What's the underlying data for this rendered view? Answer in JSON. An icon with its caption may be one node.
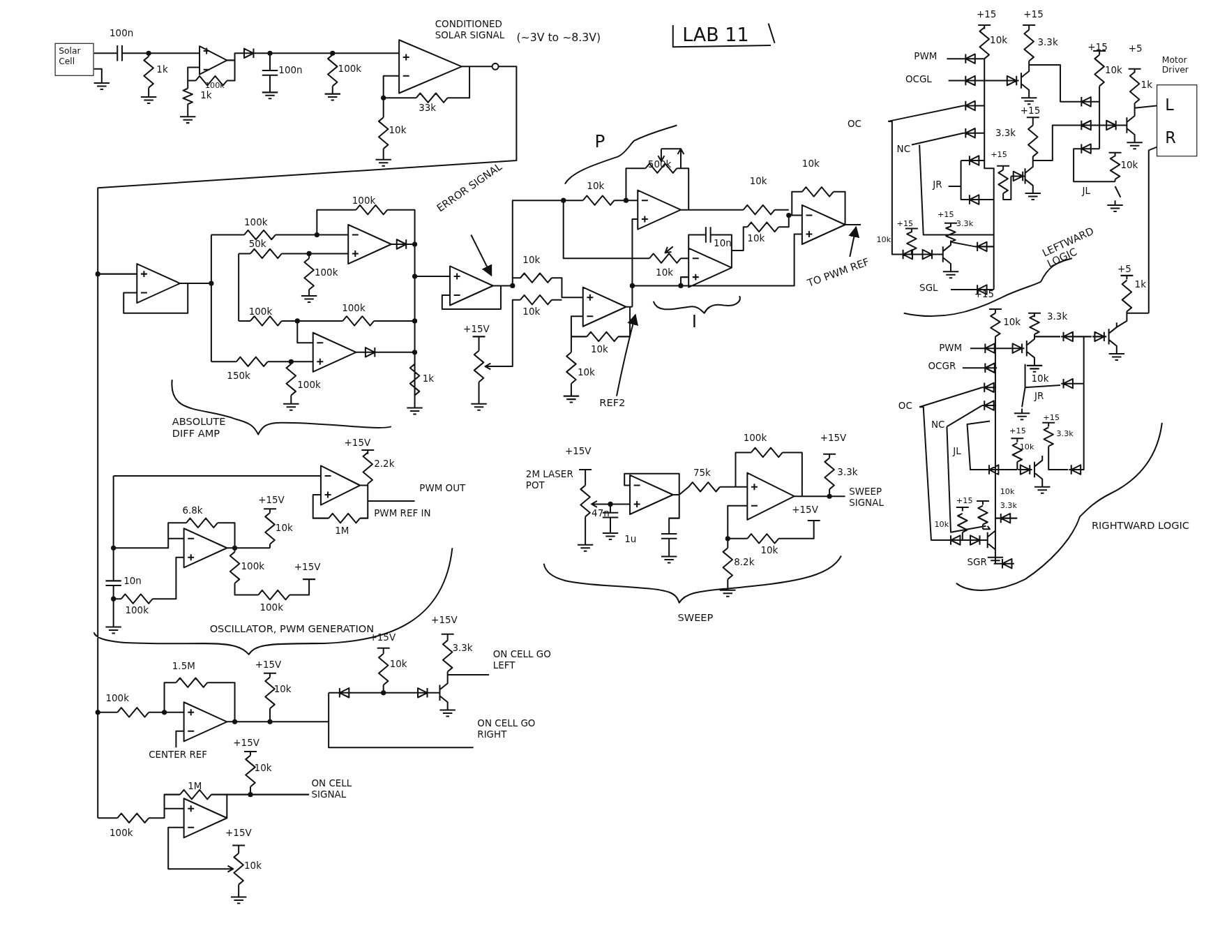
{
  "diagram": {
    "nodes": [
      {
        "text": [
          "Solar Cell"
        ]
      },
      {
        "text": [
          "Motor Driver",
          "L",
          "R"
        ]
      },
      {
        "text": [
          "ERROR SIGNAL"
        ]
      },
      {
        "text": [
          "REF2"
        ]
      },
      {
        "text": [
          "TO PWM REF"
        ]
      }
    ],
    "edges": [
      {
        "from": 2,
        "to": null,
        "arrow": "to"
      },
      {
        "from": 3,
        "to": null,
        "arrow": "to"
      },
      {
        "from": 4,
        "to": null,
        "arrow": "to"
      }
    ],
    "labels": [
      "100n",
      "1k",
      "100k",
      "1k",
      "100n",
      "100k",
      "CONDITIONED SOLAR SIGNAL",
      "(~3V to ~8.3V)",
      "33k",
      "10k",
      "LAB 11",
      "+15",
      "10k",
      "+15",
      "3.3k",
      "PWM",
      "OCGL",
      "OC",
      "NC",
      "+15",
      "3.3k",
      "JR",
      "+15",
      "+15",
      "10k",
      "+5",
      "1k",
      "10k",
      "JL",
      "+15",
      "10k",
      "+15",
      "3.3k",
      "SGL",
      "LEFTWARD LOGIC",
      "+5",
      "1k",
      "+15",
      "10k",
      "3.3k",
      "PWM",
      "OCGR",
      "OC",
      "NC",
      "10k",
      "JR",
      "JL",
      "+15",
      "10k",
      "+15",
      "3.3k",
      "+15",
      "10k",
      "10k",
      "3.3k",
      "SGR",
      "RIGHTWARD LOGIC",
      "P",
      "500k",
      "10k",
      "10k",
      "10k",
      "10n",
      "10k",
      "10k",
      "10k",
      "10k",
      "I",
      "+15V",
      "10k",
      "10k",
      "100k",
      "100k",
      "50k",
      "100k",
      "100k",
      "100k",
      "150k",
      "100k",
      "1k",
      "ABSOLUTE DIFF AMP",
      "+15V",
      "2.2k",
      "PWM OUT",
      "6.8k",
      "+15V",
      "10k",
      "1M",
      "PWM REF IN",
      "10n",
      "100k",
      "+15V",
      "100k",
      "100k",
      "OSCILLATOR, PWM GENERATION",
      "+15V",
      "2M LASER POT",
      "47n",
      "1u",
      "75k",
      "100k",
      "+15V",
      "3.3k",
      "SWEEP SIGNAL",
      "+15V",
      "10k",
      "8.2k",
      "SWEEP",
      "1.5M",
      "+15V",
      "10k",
      "+15V",
      "3.3k",
      "ON CELL GO LEFT",
      "+15V",
      "10k",
      "100k",
      "ON CELL GO RIGHT",
      "CENTER REF",
      "+15V",
      "10k",
      "1M",
      "ON CELL SIGNAL",
      "100k",
      "+15V",
      "10k"
    ]
  }
}
